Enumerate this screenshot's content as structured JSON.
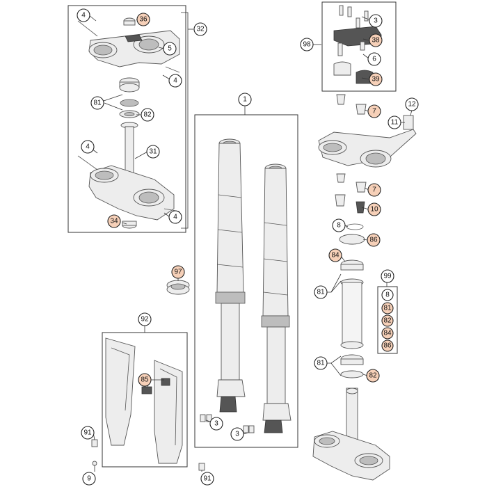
{
  "callouts": {
    "c4a": "4",
    "c36": "36",
    "c32": "32",
    "c5": "5",
    "c4b": "4",
    "c81a": "81",
    "c82a": "82",
    "c4c": "4",
    "c31": "31",
    "c34": "34",
    "c4d": "4",
    "c3a": "3",
    "c98": "98",
    "c38": "38",
    "c6": "6",
    "c39": "39",
    "c1": "1",
    "c7a": "7",
    "c12": "12",
    "c11": "11",
    "c7b": "7",
    "c10": "10",
    "c8a": "8",
    "c86a": "86",
    "c84a": "84",
    "c97": "97",
    "c99": "99",
    "c81b": "81",
    "c81c": "81",
    "c82b": "82",
    "c92": "92",
    "c85": "85",
    "c3b": "3",
    "c3c": "3",
    "c91a": "91",
    "c91b": "91",
    "c9": "9"
  },
  "kit_99": [
    "8",
    "81",
    "82",
    "84",
    "86"
  ],
  "highlight_color": "#f6d0b8"
}
